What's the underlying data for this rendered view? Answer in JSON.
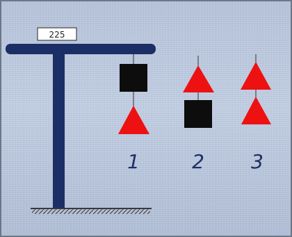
{
  "scale_reading": "225",
  "options": [
    {
      "label": "1",
      "top_shape": "black-square",
      "bottom_shape": "red-triangle"
    },
    {
      "label": "2",
      "top_shape": "red-triangle",
      "bottom_shape": "black-square"
    },
    {
      "label": "3",
      "top_shape": "red-triangle",
      "bottom_shape": "red-triangle"
    }
  ],
  "colors": {
    "frame": "#1b2e66",
    "square": "#0d0d0d",
    "triangle": "#ee1111",
    "ground": "#3a3a3a",
    "label": "#1d2f63"
  }
}
